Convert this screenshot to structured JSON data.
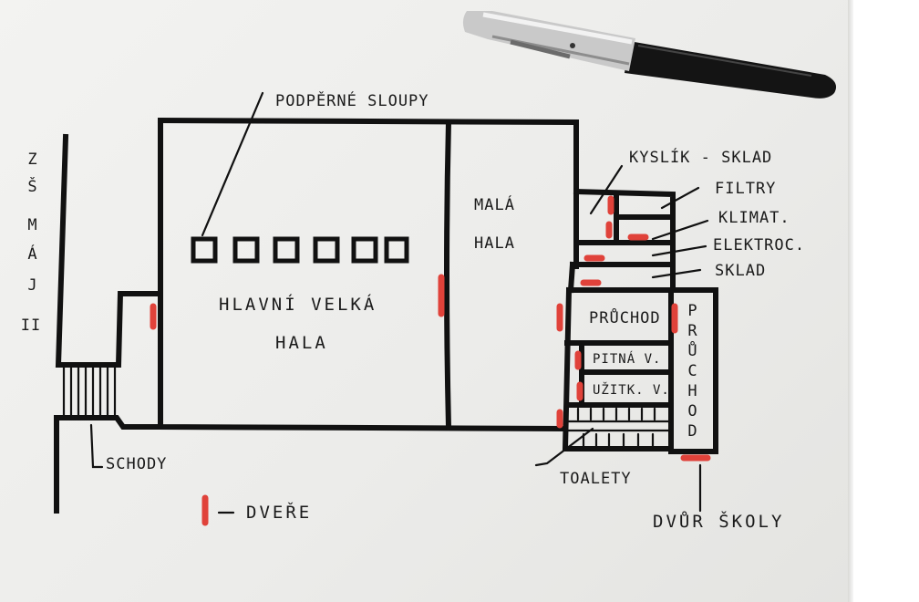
{
  "labels": {
    "support_columns": "PODPĚRNÉ SLOUPY",
    "main_hall_line1": "HLAVNÍ VELKÁ",
    "main_hall_line2": "HALA",
    "small_hall_line1": "MALÁ",
    "small_hall_line2": "HALA",
    "oxygen_storage": "KYSLÍK - SKLAD",
    "filters": "FILTRY",
    "climate": "KLIMAT.",
    "electrical": "ELEKTROC.",
    "storage": "SKLAD",
    "passage_h": "PRŮCHOD",
    "passage_v": [
      "P",
      "R",
      "Ů",
      "C",
      "H",
      "O",
      "D"
    ],
    "drinking_water": "PITNÁ V.",
    "service_water": "UŽITK. V.",
    "toilets": "TOALETY",
    "school_yard": "DVŮR ŠKOLY",
    "stairs": "SCHODY",
    "door_legend": "DVEŘE",
    "school_name": [
      "Z",
      "Š",
      "M",
      "Á",
      "J",
      "II"
    ]
  },
  "colors": {
    "wall": "#111111",
    "door": "#e0423a",
    "paper": "#f0f0ee"
  }
}
